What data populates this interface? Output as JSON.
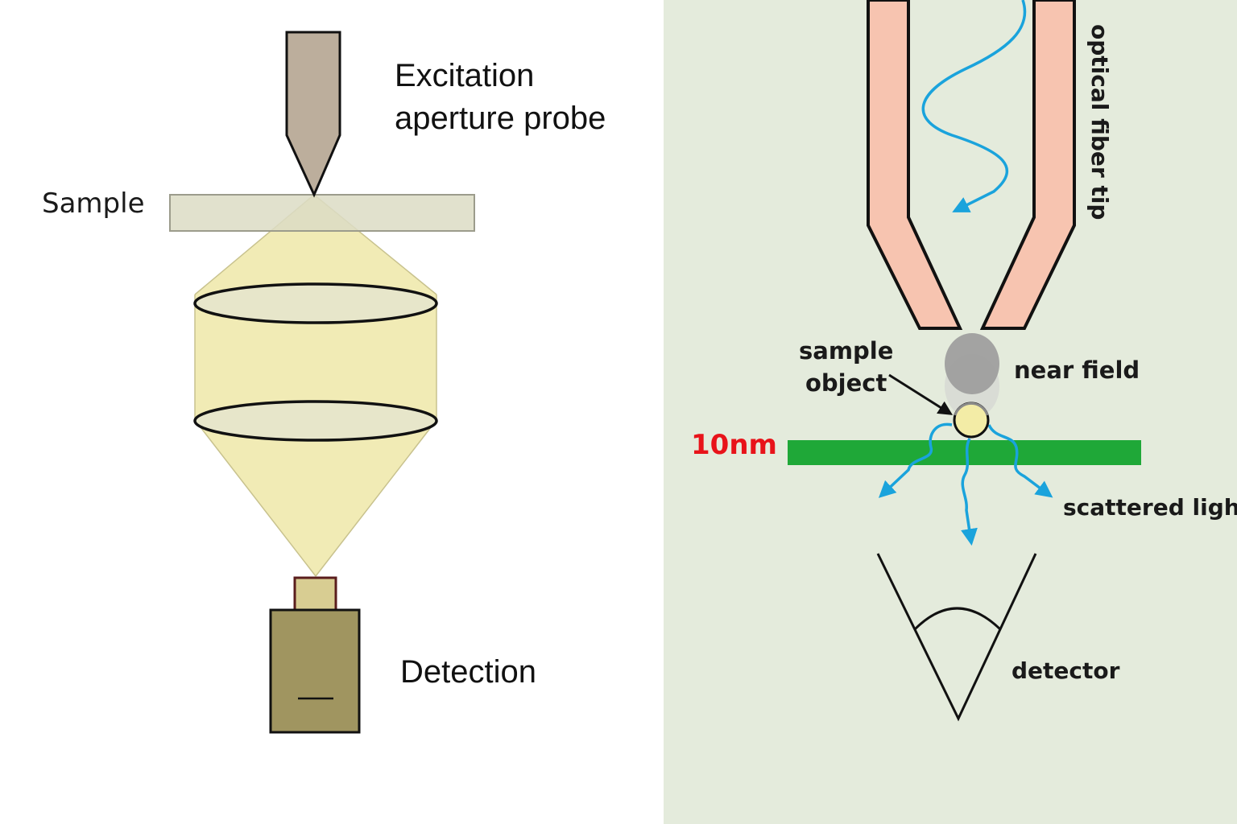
{
  "left_panel": {
    "probe_label_line1": "Excitation",
    "probe_label_line2": "aperture probe",
    "sample_label": "Sample",
    "detection_label": "Detection"
  },
  "right_panel": {
    "fiber_label": "optical fiber tip",
    "near_field_label": "near field",
    "sample_object_line1": "sample",
    "sample_object_line2": "object",
    "scale_label": "10nm",
    "scattered_light_label": "scattered light",
    "detector_label": "detector"
  },
  "colors": {
    "right_background": "#e4ebdc",
    "fiber_fill": "#f7c4b0",
    "light_cone": "#efe7a8",
    "substrate": "#1fa838",
    "light_wave": "#1aa3dc",
    "scale_text": "#e8131a",
    "probe_fill": "#bcae9c",
    "sample_slab": "#dcdcc4",
    "detector_body": "#a09560"
  }
}
